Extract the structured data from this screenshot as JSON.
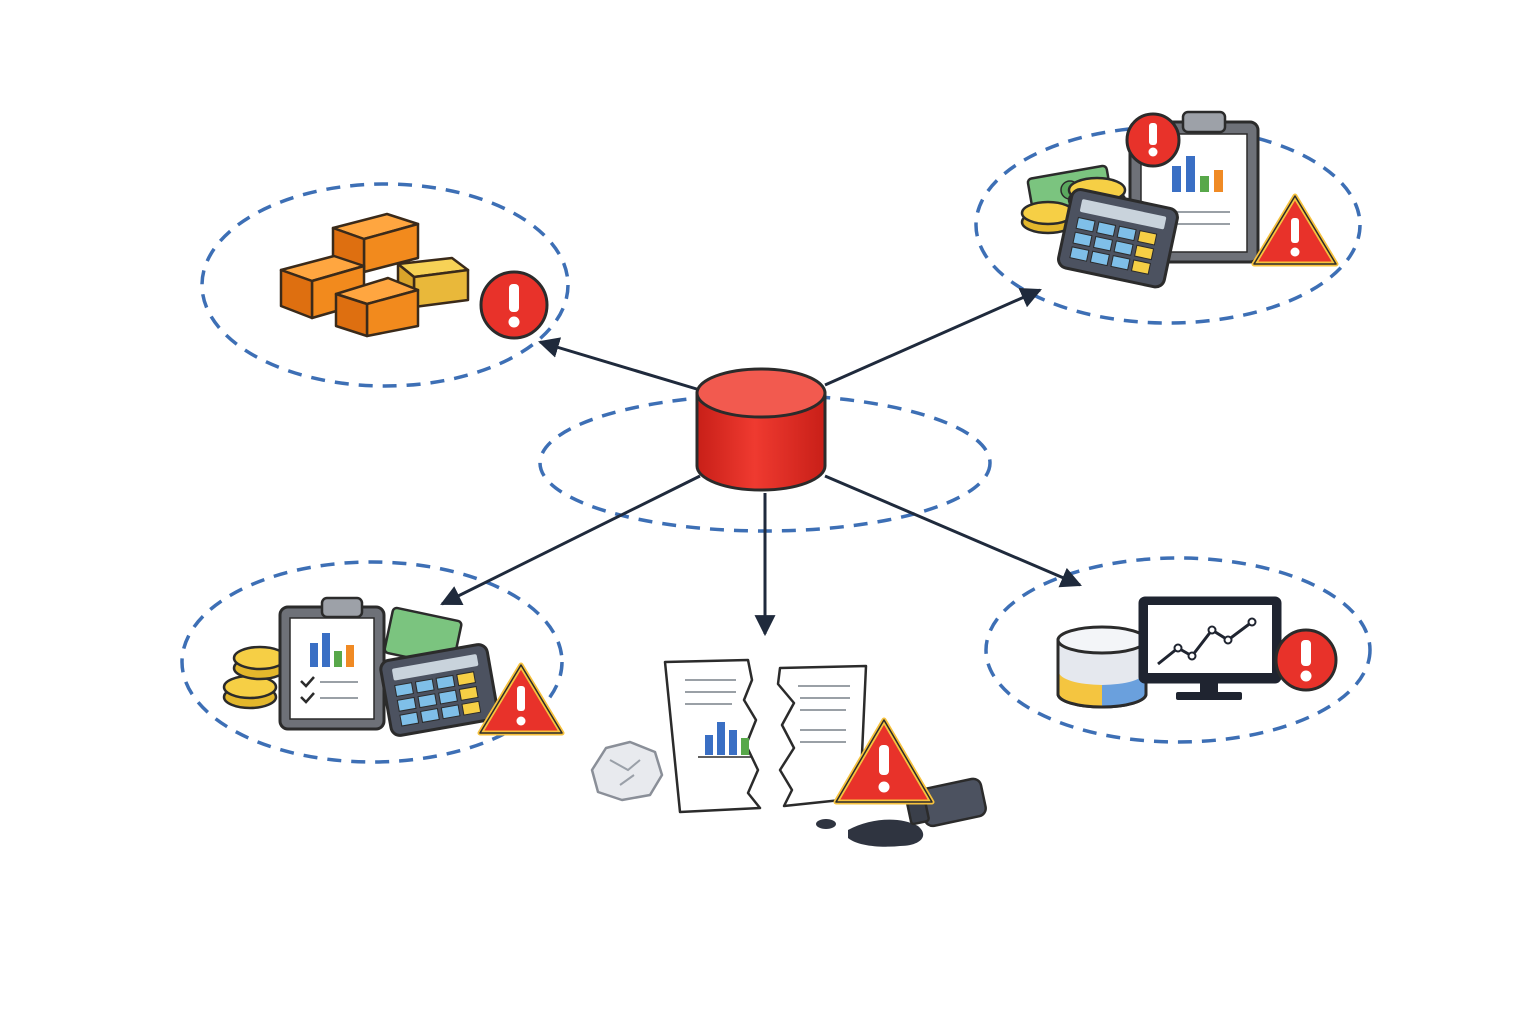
{
  "diagram": {
    "type": "hub-and-spoke",
    "colors": {
      "ring": "#3d6fb5",
      "arrow": "#1f2a3c",
      "hub": "#e8322a",
      "alert": "#e8322a",
      "warning": "#e8322a",
      "outline": "#2b2b2b"
    },
    "hub": {
      "icon": "database-cylinder-icon"
    },
    "nodes": [
      {
        "id": "top-left",
        "icons": [
          "boxes-icon",
          "error-circle-icon"
        ]
      },
      {
        "id": "top-right",
        "icons": [
          "clipboard-chart-icon",
          "cash-icon",
          "coins-icon",
          "calculator-icon",
          "error-circle-icon",
          "warning-triangle-icon"
        ]
      },
      {
        "id": "bottom-left",
        "icons": [
          "coins-icon",
          "clipboard-checklist-icon",
          "cash-icon",
          "calculator-icon",
          "warning-triangle-icon"
        ]
      },
      {
        "id": "bottom-center",
        "icons": [
          "torn-report-icon",
          "crumpled-paper-icon",
          "spilled-ink-bottle-icon",
          "warning-triangle-icon"
        ]
      },
      {
        "id": "right",
        "icons": [
          "database-icon",
          "monitor-chart-icon",
          "error-circle-icon"
        ]
      }
    ],
    "connections": [
      {
        "from": "hub",
        "to": "top-left"
      },
      {
        "from": "hub",
        "to": "top-right"
      },
      {
        "from": "hub",
        "to": "bottom-left"
      },
      {
        "from": "hub",
        "to": "bottom-center"
      },
      {
        "from": "hub",
        "to": "right"
      }
    ]
  }
}
